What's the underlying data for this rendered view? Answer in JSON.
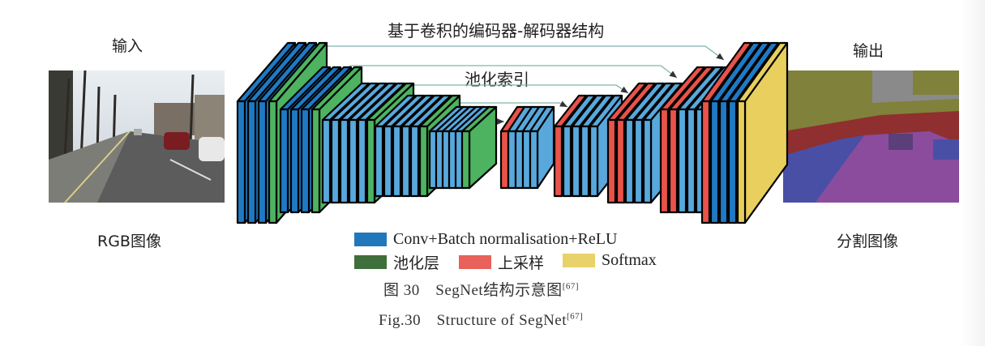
{
  "title": "基于卷积的编码器-解码器结构",
  "pool_index_label": "池化索引",
  "input": {
    "heading": "输入",
    "caption": "RGB图像"
  },
  "output": {
    "heading": "输出",
    "caption": "分割图像"
  },
  "legend": [
    {
      "label": "Conv+Batch normalisation+ReLU",
      "color": "#2277bb"
    },
    {
      "label": "池化层",
      "color": "#3f6f3a"
    },
    {
      "label": "上采样",
      "color": "#e8615a"
    },
    {
      "label": "Softmax",
      "color": "#e8d36a"
    }
  ],
  "caption_cn": {
    "text": "图 30　SegNet结构示意图",
    "ref": "[67]"
  },
  "caption_en": {
    "text": "Fig.30　Structure of SegNet",
    "ref": "[67]"
  }
}
